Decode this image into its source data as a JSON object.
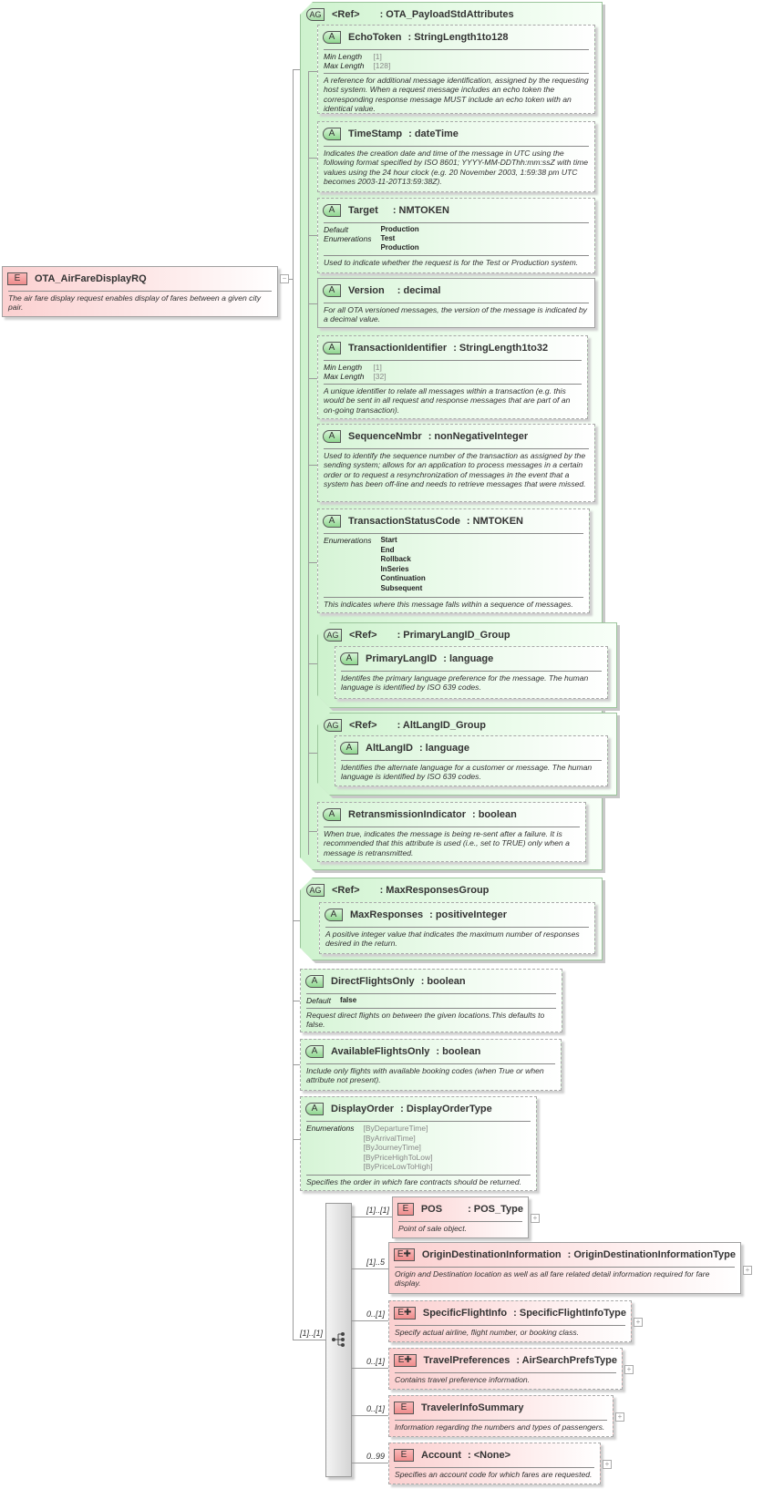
{
  "badges": {
    "attribute": "A",
    "attribute_group": "AG",
    "element": "E",
    "element_complex": "E✚"
  },
  "root": {
    "name": "OTA_AirFareDisplayRQ",
    "desc": "The air fare display request enables display of fares between a given city pair.",
    "collapse": "−"
  },
  "payload": {
    "ref": "<Ref>",
    "type": ": OTA_PayloadStdAttributes",
    "attributes": [
      {
        "name": "EchoToken",
        "type": ": StringLength1to128",
        "props": [
          {
            "label": "Min Length",
            "value": "[1]"
          },
          {
            "label": "Max Length",
            "value": "[128]"
          }
        ],
        "desc": "A reference for additional message identification, assigned by the requesting host system. When a request message includes an echo token the corresponding response message MUST include an echo token with an identical value."
      },
      {
        "name": "TimeStamp",
        "type": ": dateTime",
        "desc": "Indicates the creation date and time of the message in UTC using the following format specified by ISO 8601; YYYY-MM-DDThh:mm:ssZ with time values using the 24 hour clock (e.g. 20 November 2003, 1:59:38 pm UTC becomes 2003-11-20T13:59:38Z)."
      },
      {
        "name": "Target",
        "type": ": NMTOKEN",
        "default_label": "Default",
        "default_value": "Production",
        "enum_label": "Enumerations",
        "enums": [
          "Test",
          "Production"
        ],
        "desc": "Used to indicate whether the request is for the Test or Production system."
      },
      {
        "name": "Version",
        "type": ": decimal",
        "desc": "For all OTA versioned messages, the version of the message is indicated by a decimal value."
      },
      {
        "name": "TransactionIdentifier",
        "type": ": StringLength1to32",
        "props": [
          {
            "label": "Min Length",
            "value": "[1]"
          },
          {
            "label": "Max Length",
            "value": "[32]"
          }
        ],
        "desc": "A unique identifier to relate all messages within a transaction (e.g. this would be sent in all request and response messages that are part of an on-going transaction)."
      },
      {
        "name": "SequenceNmbr",
        "type": ": nonNegativeInteger",
        "desc": "Used to identify the sequence number of the transaction as assigned by the sending system; allows for an application to process messages in a certain order or to request a resynchronization of messages in the event that a system has been off-line and needs to retrieve messages that were missed."
      },
      {
        "name": "TransactionStatusCode",
        "type": ": NMTOKEN",
        "enum_label": "Enumerations",
        "enums": [
          "Start",
          "End",
          "Rollback",
          "InSeries",
          "Continuation",
          "Subsequent"
        ],
        "desc": "This indicates where this message falls within a sequence of messages."
      },
      {
        "name": "RetransmissionIndicator",
        "type": ": boolean",
        "desc": "When true, indicates the message is being re-sent after a failure. It is recommended that this attribute is used (i.e., set to TRUE) only when a message is retransmitted."
      }
    ],
    "primary_lang_group": {
      "ref": "<Ref>",
      "type": ": PrimaryLangID_Group",
      "attribute": {
        "name": "PrimaryLangID",
        "type": ": language",
        "desc": "Identifes the primary language preference for the message.  The human language is identified by ISO 639 codes."
      }
    },
    "alt_lang_group": {
      "ref": "<Ref>",
      "type": ": AltLangID_Group",
      "attribute": {
        "name": "AltLangID",
        "type": ": language",
        "desc": "Identifies the alternate language for a customer or message. The human language is identified by ISO 639 codes."
      }
    }
  },
  "max_responses_group": {
    "ref": "<Ref>",
    "type": ": MaxResponsesGroup",
    "attribute": {
      "name": "MaxResponses",
      "type": ": positiveInteger",
      "desc": "A positive integer value that indicates the maximum number of responses desired in the return."
    }
  },
  "attributes": [
    {
      "name": "DirectFlightsOnly",
      "type": ": boolean",
      "default_label": "Default",
      "default_value": "false",
      "desc": "Request direct flights on between the given locations.This defaults to false."
    },
    {
      "name": "AvailableFlightsOnly",
      "type": ": boolean",
      "desc": "Include only flights with available booking codes (when True or when attribute not present)."
    },
    {
      "name": "DisplayOrder",
      "type": ": DisplayOrderType",
      "enum_label": "Enumerations",
      "enums": [
        "[ByDepartureTime]",
        "[ByArrivalTime]",
        "[ByJourneyTime]",
        "[ByPriceHighToLow]",
        "[ByPriceLowToHigh]"
      ],
      "desc": "Specifies the order in which fare contracts should be returned."
    }
  ],
  "sequence": {
    "cardinality": "[1]..[1]",
    "expand": "+",
    "elements": [
      {
        "name": "POS",
        "type": ": POS_Type",
        "cardinality": "[1]..[1]",
        "desc": "Point of sale object."
      },
      {
        "name": "OriginDestinationInformation",
        "type": ": OriginDestinationInformationType",
        "cardinality": "[1]..5",
        "desc": "Origin and Destination location as well as all fare related detail information required for fare display."
      },
      {
        "name": "SpecificFlightInfo",
        "type": ": SpecificFlightInfoType",
        "cardinality": "0..[1]",
        "desc": "Specify actual airline, flight number, or booking class."
      },
      {
        "name": "TravelPreferences",
        "type": ": AirSearchPrefsType",
        "cardinality": "0..[1]",
        "desc": "Contains travel preference information."
      },
      {
        "name": "TravelerInfoSummary",
        "type": "",
        "cardinality": "0..[1]",
        "desc": "Information regarding the numbers and types of passengers."
      },
      {
        "name": "Account",
        "type": ": <None>",
        "cardinality": "0..99",
        "desc": "Specifies an account code for which fares are requested."
      }
    ]
  }
}
